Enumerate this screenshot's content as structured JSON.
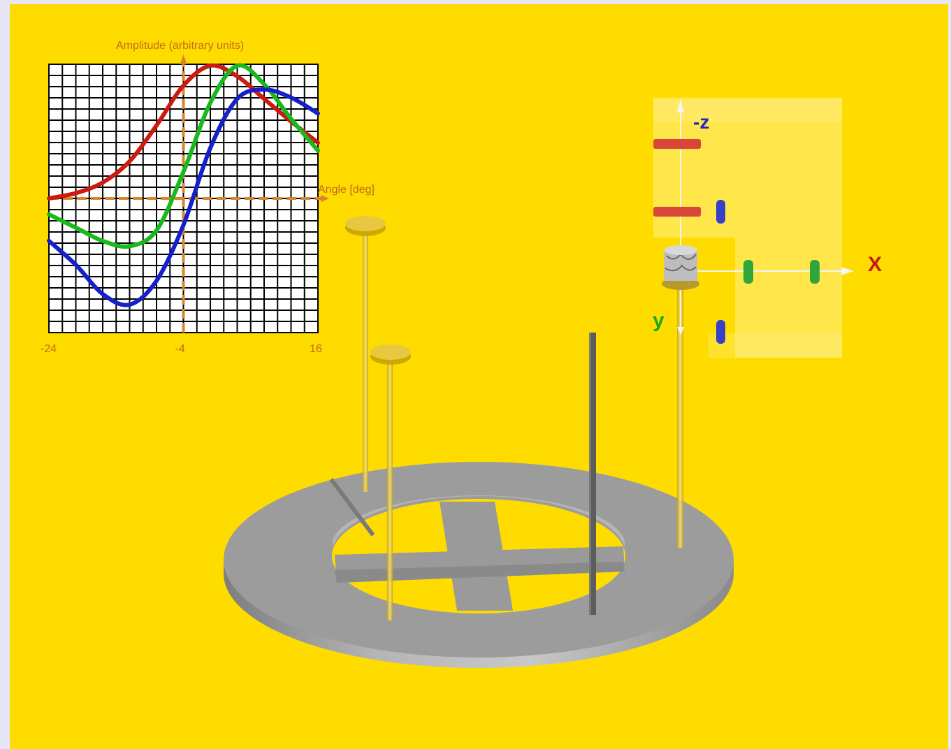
{
  "colors": {
    "background": "#ffdc00",
    "page_margin": "#e6e6f7",
    "axis_orange": "#d9862a",
    "curve_red": "#cc1a10",
    "curve_green": "#19b81c",
    "curve_blue": "#1520c8",
    "platform_gray": "#9a9a9a",
    "label_x": "#c41a12",
    "label_y": "#1aa51c",
    "label_z": "#1e2ab8"
  },
  "chart": {
    "ylabel": "Amplitude (arbitrary units)",
    "xlabel": "Angle [deg]",
    "ticks": [
      "-24",
      "-4",
      "16"
    ]
  },
  "chart_data": {
    "type": "line",
    "xlabel": "Angle [deg]",
    "ylabel": "Amplitude (arbitrary units)",
    "xlim": [
      -24,
      16
    ],
    "ylim": [
      -1,
      1
    ],
    "x_ticks": [
      -24,
      -4,
      16
    ],
    "grid": true,
    "series": [
      {
        "color": "red",
        "x": [
          -24,
          -20,
          -16,
          -12,
          -8,
          -4,
          0,
          4,
          8,
          12,
          16
        ],
        "values": [
          0.0,
          0.04,
          0.12,
          0.28,
          0.55,
          0.85,
          1.0,
          0.92,
          0.75,
          0.58,
          0.42
        ]
      },
      {
        "color": "green",
        "x": [
          -24,
          -20,
          -16,
          -12,
          -8,
          -4,
          0,
          4,
          8,
          12,
          16
        ],
        "values": [
          -0.12,
          -0.22,
          -0.32,
          -0.36,
          -0.24,
          0.2,
          0.72,
          1.0,
          0.86,
          0.6,
          0.36
        ]
      },
      {
        "color": "blue",
        "x": [
          -24,
          -20,
          -16,
          -12,
          -8,
          -4,
          0,
          4,
          8,
          12,
          16
        ],
        "values": [
          -0.32,
          -0.5,
          -0.72,
          -0.8,
          -0.62,
          -0.2,
          0.38,
          0.75,
          0.82,
          0.76,
          0.64
        ]
      }
    ]
  },
  "axes_gizmo": {
    "x": "X",
    "y": "y",
    "z": "-z"
  }
}
